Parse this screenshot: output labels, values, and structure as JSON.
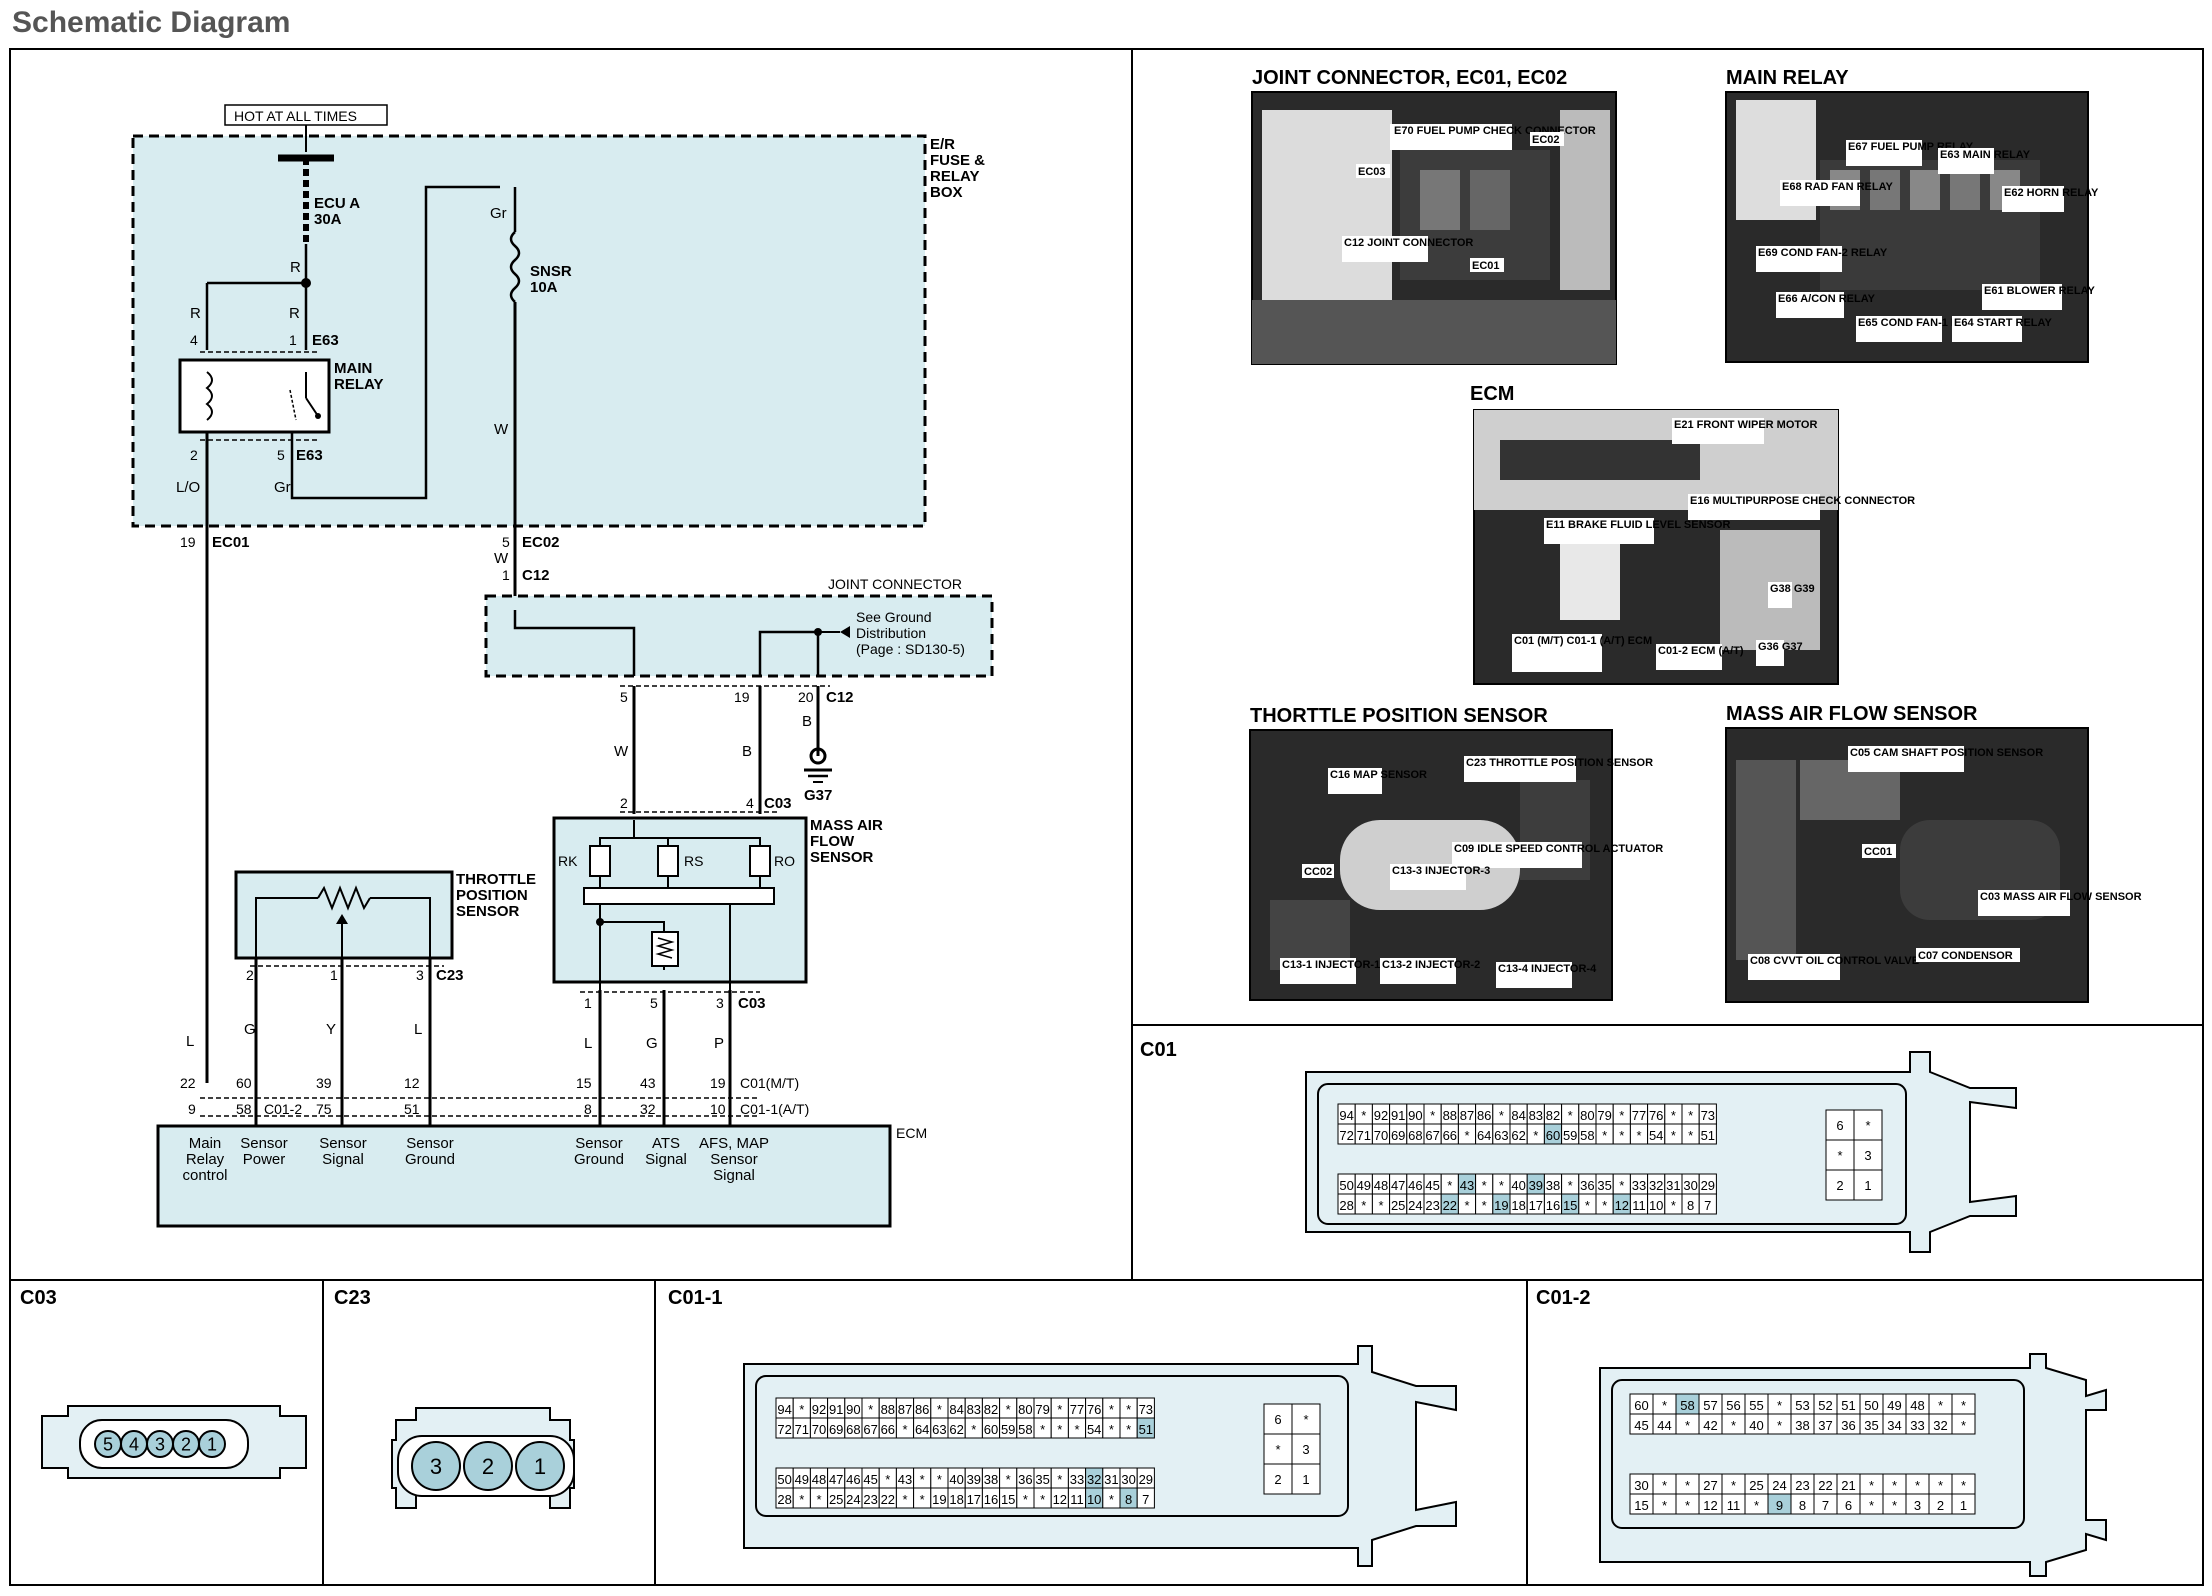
{
  "title": "Schematic Diagram",
  "schematic": {
    "hot_label": "HOT AT ALL TIMES",
    "er_box": [
      "E/R",
      "FUSE &",
      "RELAY",
      "BOX"
    ],
    "fuse_ecu": [
      "ECU A",
      "30A"
    ],
    "fuse_snsr": [
      "SNSR",
      "10A"
    ],
    "main_relay": [
      "MAIN",
      "RELAY"
    ],
    "joint_connector": "JOINT CONNECTOR",
    "ground_note": [
      "See Ground",
      "Distribution",
      "(Page : SD130-5)"
    ],
    "maf_label": [
      "MASS AIR",
      "FLOW",
      "SENSOR"
    ],
    "tps_label": [
      "THROTTLE",
      "POSITION",
      "SENSOR"
    ],
    "ecm_label": "ECM",
    "ground_id": "G37",
    "conn_c01_mt": "C01(M/T)",
    "conn_c01_at": "C01-1(A/T)",
    "conn_c01_2": "C01-2",
    "ecm_pins": [
      {
        "lines": [
          "Main",
          "Relay",
          "control"
        ]
      },
      {
        "lines": [
          "Sensor",
          "Power"
        ]
      },
      {
        "lines": [
          "Sensor",
          "Signal"
        ]
      },
      {
        "lines": [
          "Sensor",
          "Ground"
        ]
      },
      {
        "lines": [
          "Sensor",
          "Ground"
        ]
      },
      {
        "lines": [
          "ATS",
          "Signal"
        ]
      },
      {
        "lines": [
          "AFS, MAP",
          "Sensor",
          "Signal"
        ]
      }
    ],
    "wire_labels": {
      "r1": "R",
      "r2": "R",
      "r3": "R",
      "lo": "L/O",
      "gr1": "Gr",
      "gr2": "Gr",
      "w1": "W",
      "w2": "W",
      "w3": "W",
      "b1": "B",
      "b2": "B",
      "l1": "L",
      "g1": "G",
      "y1": "Y",
      "l2": "L",
      "l3": "L",
      "g2": "G",
      "p1": "P"
    },
    "pin_labels": {
      "p4": "4",
      "p1": "1",
      "e63a": "E63",
      "p2": "2",
      "p5": "5",
      "e63b": "E63",
      "p19": "19",
      "ec01": "EC01",
      "p5b": "5",
      "ec02": "EC02",
      "p1b": "1",
      "c12": "C12",
      "j5": "5",
      "j19": "19",
      "j20": "20",
      "c12b": "C12",
      "m2": "2",
      "m4": "4",
      "c03": "C03",
      "rk": "RK",
      "rs": "RS",
      "ro": "RO",
      "m1": "1",
      "m5": "5",
      "m3": "3",
      "c03b": "C03",
      "t2": "2",
      "t1": "1",
      "t3": "3",
      "c23": "C23",
      "e22": "22",
      "e9": "9",
      "e60": "60",
      "e58": "58",
      "e39": "39",
      "e75": "75",
      "e12": "12",
      "e51": "51",
      "e15": "15",
      "e8": "8",
      "e43": "43",
      "e32": "32",
      "e19": "19",
      "e10": "10"
    }
  },
  "photos": [
    {
      "title": "JOINT CONNECTOR, EC01, EC02",
      "captions": [
        "E70 FUEL PUMP CHECK CONNECTOR",
        "EC02",
        "EC03",
        "C12 JOINT CONNECTOR",
        "EC01"
      ]
    },
    {
      "title": "MAIN RELAY",
      "captions": [
        "E67 FUEL PUMP RELAY",
        "E63 MAIN RELAY",
        "E68 RAD FAN RELAY",
        "E62 HORN RELAY",
        "E69 COND FAN-2 RELAY",
        "E61 BLOWER RELAY",
        "E66 A/CON RELAY",
        "E65 COND FAN-1 RELAY",
        "E64 START RELAY"
      ]
    },
    {
      "title": "ECM",
      "captions": [
        "E21 FRONT WIPER MOTOR",
        "E16 MULTIPURPOSE CHECK CONNECTOR",
        "E11 BRAKE FLUID LEVEL SENSOR",
        "G38 G39",
        "C01 (M/T) C01-1 (A/T) ECM",
        "C01-2 ECM (A/T)",
        "G36 G37"
      ]
    },
    {
      "title": "THORTTLE POSITION SENSOR",
      "captions": [
        "C16 MAP SENSOR",
        "C23 THROTTLE POSITION SENSOR",
        "C09 IDLE SPEED CONTROL ACTUATOR",
        "CC02",
        "C13-3 INJECTOR-3",
        "C13-1 INJECTOR-1",
        "C13-2 INJECTOR-2",
        "C13-4 INJECTOR-4"
      ]
    },
    {
      "title": "MASS AIR FLOW SENSOR",
      "captions": [
        "C05 CAM SHAFT POSITION SENSOR",
        "CC01",
        "C03 MASS AIR FLOW SENSOR",
        "C08 CVVT OIL CONTROL VALVE",
        "C07 CONDENSOR"
      ]
    }
  ],
  "connectors": {
    "c01": {
      "label": "C01",
      "rows": [
        [
          "94",
          "*",
          "92",
          "91",
          "90",
          "*",
          "88",
          "87",
          "86",
          "*",
          "84",
          "83",
          "82",
          "*",
          "80",
          "79",
          "*",
          "77",
          "76",
          "*",
          "*",
          "73"
        ],
        [
          "72",
          "71",
          "70",
          "69",
          "68",
          "67",
          "66",
          "*",
          "64",
          "63",
          "62",
          "*",
          "60",
          "59",
          "58",
          "*",
          "*",
          "*",
          "54",
          "*",
          "*",
          "51"
        ],
        [
          "50",
          "49",
          "48",
          "47",
          "46",
          "45",
          "*",
          "43",
          "*",
          "*",
          "40",
          "39",
          "38",
          "*",
          "36",
          "35",
          "*",
          "33",
          "32",
          "31",
          "30",
          "29"
        ],
        [
          "28",
          "*",
          "*",
          "25",
          "24",
          "23",
          "22",
          "*",
          "*",
          "19",
          "18",
          "17",
          "16",
          "15",
          "*",
          "*",
          "12",
          "11",
          "10",
          "*",
          "8",
          "7"
        ]
      ],
      "side": [
        [
          "6",
          "*"
        ],
        [
          "*",
          "3"
        ],
        [
          "2",
          "1"
        ]
      ],
      "highlight": [
        "60",
        "43",
        "39",
        "22",
        "19",
        "15",
        "12"
      ]
    },
    "c01_1": {
      "label": "C01-1",
      "rows": [
        [
          "94",
          "*",
          "92",
          "91",
          "90",
          "*",
          "88",
          "87",
          "86",
          "*",
          "84",
          "83",
          "82",
          "*",
          "80",
          "79",
          "*",
          "77",
          "76",
          "*",
          "*",
          "73"
        ],
        [
          "72",
          "71",
          "70",
          "69",
          "68",
          "67",
          "66",
          "*",
          "64",
          "63",
          "62",
          "*",
          "60",
          "59",
          "58",
          "*",
          "*",
          "*",
          "54",
          "*",
          "*",
          "51"
        ],
        [
          "50",
          "49",
          "48",
          "47",
          "46",
          "45",
          "*",
          "43",
          "*",
          "*",
          "40",
          "39",
          "38",
          "*",
          "36",
          "35",
          "*",
          "33",
          "32",
          "31",
          "30",
          "29"
        ],
        [
          "28",
          "*",
          "*",
          "25",
          "24",
          "23",
          "22",
          "*",
          "*",
          "19",
          "18",
          "17",
          "16",
          "15",
          "*",
          "*",
          "12",
          "11",
          "10",
          "*",
          "8",
          "7"
        ]
      ],
      "side": [
        [
          "6",
          "*"
        ],
        [
          "*",
          "3"
        ],
        [
          "2",
          "1"
        ]
      ],
      "highlight": [
        "*",
        "51",
        "32",
        "10",
        "8"
      ]
    },
    "c01_2": {
      "label": "C01-2",
      "rows": [
        [
          "60",
          "*",
          "58",
          "57",
          "56",
          "55",
          "*",
          "53",
          "52",
          "51",
          "50",
          "49",
          "48",
          "*",
          "*"
        ],
        [
          "45",
          "44",
          "*",
          "42",
          "*",
          "40",
          "*",
          "38",
          "37",
          "36",
          "35",
          "34",
          "33",
          "32",
          "*"
        ],
        [
          "30",
          "*",
          "*",
          "27",
          "*",
          "25",
          "24",
          "23",
          "22",
          "21",
          "*",
          "*",
          "*",
          "*",
          "*"
        ],
        [
          "15",
          "*",
          "*",
          "12",
          "11",
          "*",
          "9",
          "8",
          "7",
          "6",
          "*",
          "*",
          "3",
          "2",
          "1"
        ]
      ],
      "highlight": [
        "58",
        "9"
      ]
    },
    "c03": {
      "label": "C03",
      "pins": [
        "5",
        "4",
        "3",
        "2",
        "1"
      ]
    },
    "c23": {
      "label": "C23",
      "pins": [
        "3",
        "2",
        "1"
      ]
    }
  },
  "colors": {
    "highlight": "#a9d0da",
    "box_fill": "#d8ecf0",
    "connector_fill": "#e3f0f4",
    "caption_text": "#0a2a9a"
  }
}
